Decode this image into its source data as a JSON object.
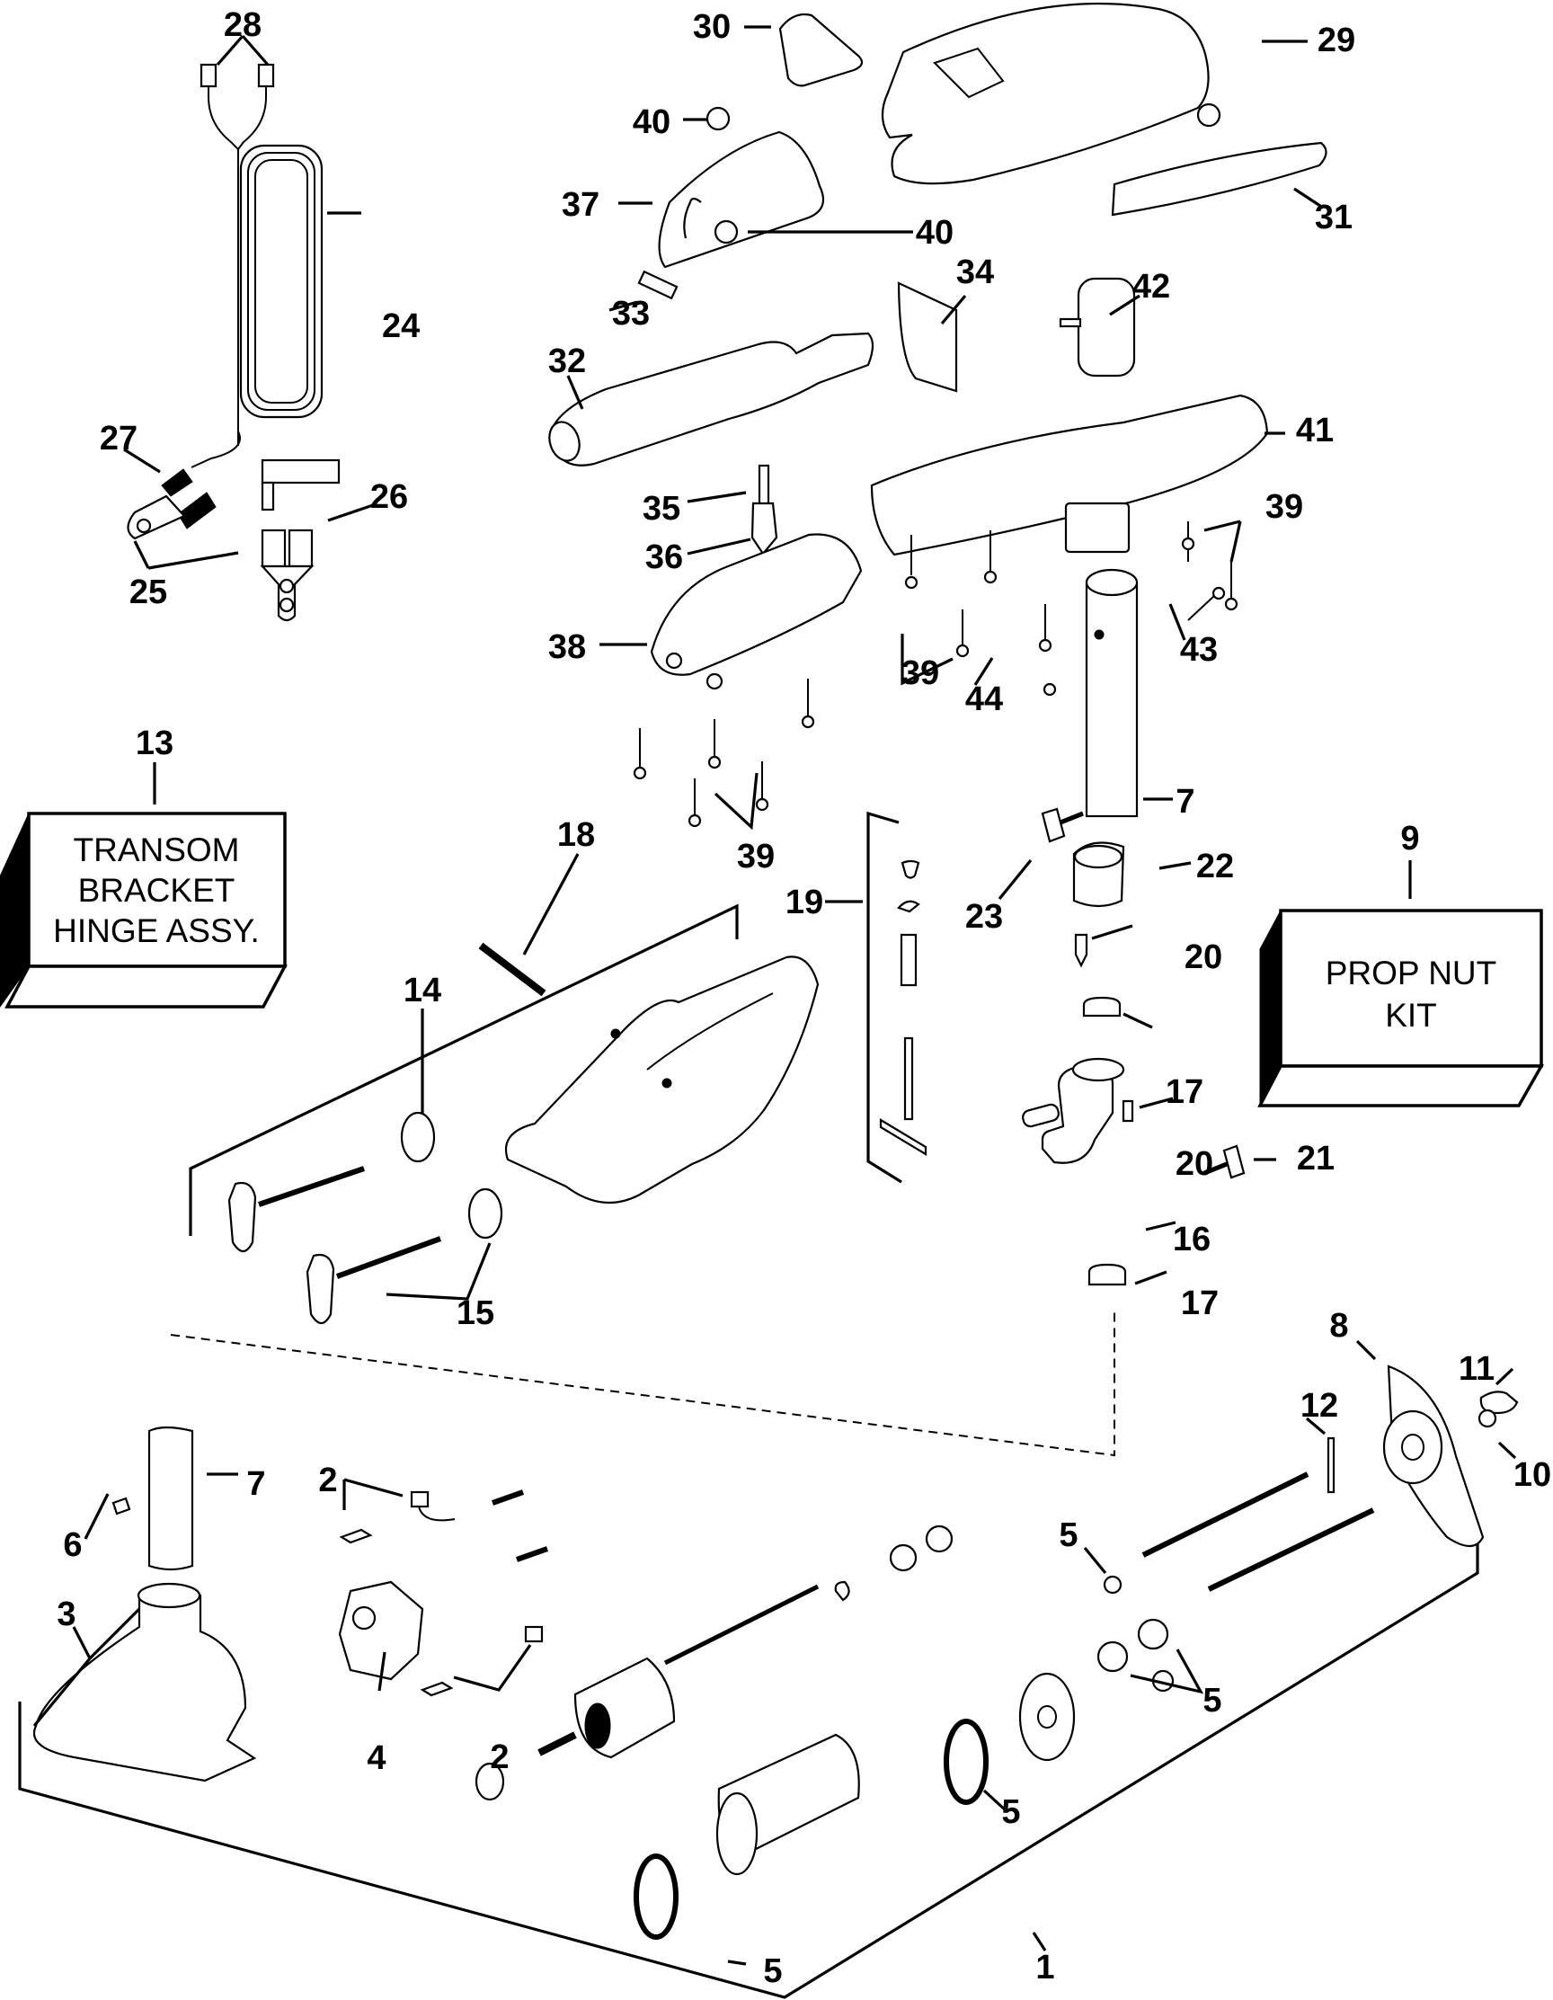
{
  "diagram": {
    "kind": "exploded-parts-view",
    "subject": "electric trolling motor",
    "callouts": [
      {
        "id": "c28",
        "text": "28"
      },
      {
        "id": "c24",
        "text": "24"
      },
      {
        "id": "c27",
        "text": "27"
      },
      {
        "id": "c26",
        "text": "26"
      },
      {
        "id": "c25",
        "text": "25"
      },
      {
        "id": "c30",
        "text": "30"
      },
      {
        "id": "c29",
        "text": "29"
      },
      {
        "id": "c40a",
        "text": "40"
      },
      {
        "id": "c37",
        "text": "37"
      },
      {
        "id": "c40b",
        "text": "40"
      },
      {
        "id": "c31",
        "text": "31"
      },
      {
        "id": "c33",
        "text": "33"
      },
      {
        "id": "c34",
        "text": "34"
      },
      {
        "id": "c42",
        "text": "42"
      },
      {
        "id": "c32",
        "text": "32"
      },
      {
        "id": "c41",
        "text": "41"
      },
      {
        "id": "c35",
        "text": "35"
      },
      {
        "id": "c39a",
        "text": "39"
      },
      {
        "id": "c36",
        "text": "36"
      },
      {
        "id": "c38",
        "text": "38"
      },
      {
        "id": "c39b",
        "text": "39"
      },
      {
        "id": "c43",
        "text": "43"
      },
      {
        "id": "c44",
        "text": "44"
      },
      {
        "id": "c13",
        "text": "13"
      },
      {
        "id": "c39c",
        "text": "39"
      },
      {
        "id": "c7a",
        "text": "7"
      },
      {
        "id": "c18",
        "text": "18"
      },
      {
        "id": "c9",
        "text": "9"
      },
      {
        "id": "c19",
        "text": "19"
      },
      {
        "id": "c22",
        "text": "22"
      },
      {
        "id": "c23",
        "text": "23"
      },
      {
        "id": "c20a",
        "text": "20"
      },
      {
        "id": "c14",
        "text": "14"
      },
      {
        "id": "c17a",
        "text": "17"
      },
      {
        "id": "c21",
        "text": "21"
      },
      {
        "id": "c20b",
        "text": "20"
      },
      {
        "id": "c16",
        "text": "16"
      },
      {
        "id": "c15",
        "text": "15"
      },
      {
        "id": "c17b",
        "text": "17"
      },
      {
        "id": "c8",
        "text": "8"
      },
      {
        "id": "c11",
        "text": "11"
      },
      {
        "id": "c12",
        "text": "12"
      },
      {
        "id": "c10",
        "text": "10"
      },
      {
        "id": "c7b",
        "text": "7"
      },
      {
        "id": "c2a",
        "text": "2"
      },
      {
        "id": "c6",
        "text": "6"
      },
      {
        "id": "c5a",
        "text": "5"
      },
      {
        "id": "c3",
        "text": "3"
      },
      {
        "id": "c5b",
        "text": "5"
      },
      {
        "id": "c4",
        "text": "4"
      },
      {
        "id": "c2b",
        "text": "2"
      },
      {
        "id": "c5c",
        "text": "5"
      },
      {
        "id": "c1",
        "text": "1"
      },
      {
        "id": "c5d",
        "text": "5"
      }
    ],
    "kit_boxes": {
      "transom": {
        "callout": "13",
        "lines": [
          "TRANSOM",
          "BRACKET",
          "HINGE ASSY."
        ]
      },
      "prop_nut": {
        "callout": "9",
        "lines": [
          "PROP NUT",
          "KIT"
        ]
      }
    }
  }
}
